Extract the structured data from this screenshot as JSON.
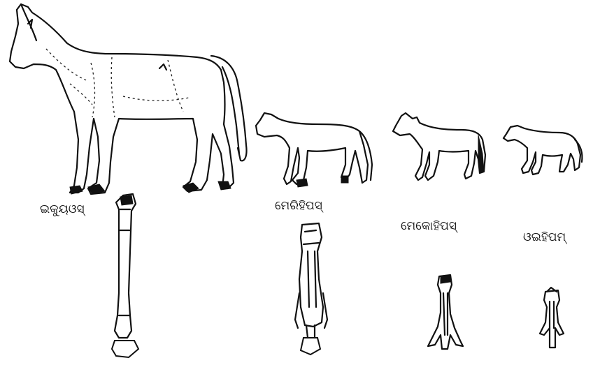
{
  "figure": {
    "stages": [
      {
        "id": "equus",
        "label": "ଇକ୍ୟୁଓସ୍"
      },
      {
        "id": "merychippus",
        "label": "ମେରିହିପସ୍"
      },
      {
        "id": "mesohippus",
        "label": "ମେକୋହିପସ୍"
      },
      {
        "id": "eohippus",
        "label": "ଓଇହିପମ୍"
      }
    ]
  }
}
